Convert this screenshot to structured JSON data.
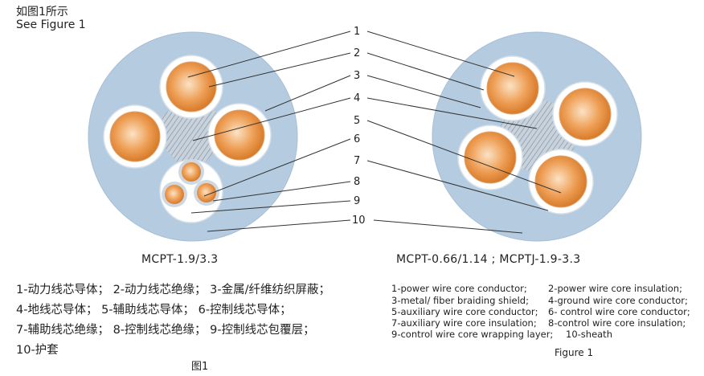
{
  "header": {
    "caption_cn": "如图1所示",
    "caption_en": "See Figure 1"
  },
  "colors": {
    "sheath": "#b4cbe0",
    "sheath_edge": "#a6bfd6",
    "insulation": "#ffffff",
    "copper_light": "#fbe2c5",
    "copper_mid": "#ee9f56",
    "copper_dark": "#d27321",
    "shield_hatch": "#8e9aa6",
    "leader_line": "#333333"
  },
  "callouts": [
    "1",
    "2",
    "3",
    "4",
    "5",
    "6",
    "7",
    "8",
    "9",
    "10"
  ],
  "models": {
    "left": "MCPT-1.9/3.3",
    "right": "MCPT-0.66/1.14 ; MCPTJ-1.9-3.3"
  },
  "legend_cn": [
    "1-动力线芯导体；  2-动力线芯绝缘；  3-金属/纤维纺织屏蔽；",
    "4-地线芯导体；    5-辅助线芯导体；  6-控制线芯导体；",
    "7-辅助线芯绝缘；  8-控制线芯绝缘；  9-控制线芯包覆层；",
    "10-护套"
  ],
  "legend_en": [
    [
      "1-power wire core conductor;",
      "2-power wire core insulation;"
    ],
    [
      "3-metal/ fiber braiding shield;",
      "4-ground wire core conductor;"
    ],
    [
      "5-auxiliary wire core conductor;",
      "6- control wire core conductor;"
    ],
    [
      "7-auxiliary wire core insulation;",
      "8-control wire core insulation;"
    ],
    [
      "9-control wire core wrapping layer;",
      "10-sheath"
    ]
  ],
  "figure_labels": {
    "cn": "图1",
    "en": "Figure 1"
  }
}
